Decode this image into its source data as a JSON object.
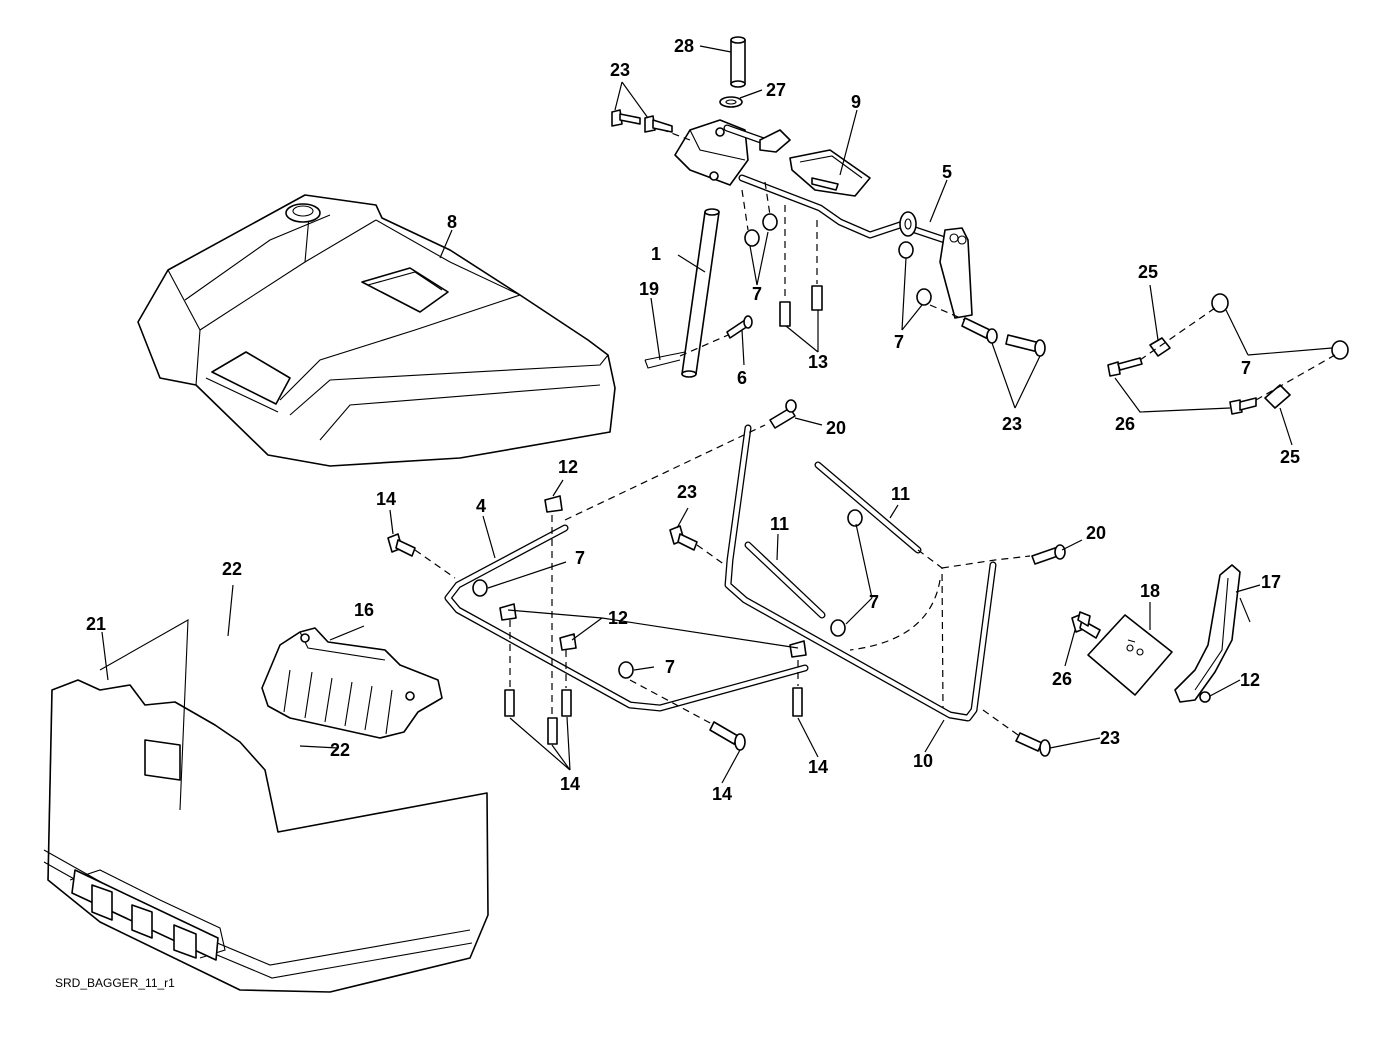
{
  "drawing": {
    "reference": "SRD_BAGGER_11_r1"
  },
  "callouts": [
    {
      "id": "c28",
      "label": "28"
    },
    {
      "id": "c23a",
      "label": "23"
    },
    {
      "id": "c27",
      "label": "27"
    },
    {
      "id": "c9",
      "label": "9"
    },
    {
      "id": "c8",
      "label": "8"
    },
    {
      "id": "c5",
      "label": "5"
    },
    {
      "id": "c1",
      "label": "1"
    },
    {
      "id": "c19",
      "label": "19"
    },
    {
      "id": "c7a",
      "label": "7"
    },
    {
      "id": "c6",
      "label": "6"
    },
    {
      "id": "c13",
      "label": "13"
    },
    {
      "id": "c7b",
      "label": "7"
    },
    {
      "id": "c23b",
      "label": "23"
    },
    {
      "id": "c25a",
      "label": "25"
    },
    {
      "id": "c7c",
      "label": "7"
    },
    {
      "id": "c26a",
      "label": "26"
    },
    {
      "id": "c25b",
      "label": "25"
    },
    {
      "id": "c20a",
      "label": "20"
    },
    {
      "id": "c12a",
      "label": "12"
    },
    {
      "id": "c14a",
      "label": "14"
    },
    {
      "id": "c4",
      "label": "4"
    },
    {
      "id": "c23c",
      "label": "23"
    },
    {
      "id": "c11a",
      "label": "11"
    },
    {
      "id": "c11b",
      "label": "11"
    },
    {
      "id": "c20b",
      "label": "20"
    },
    {
      "id": "c7d",
      "label": "7"
    },
    {
      "id": "c12b",
      "label": "12"
    },
    {
      "id": "c7e",
      "label": "7"
    },
    {
      "id": "c22a",
      "label": "22"
    },
    {
      "id": "c16",
      "label": "16"
    },
    {
      "id": "c21",
      "label": "21"
    },
    {
      "id": "c7f",
      "label": "7"
    },
    {
      "id": "c22b",
      "label": "22"
    },
    {
      "id": "c14b",
      "label": "14"
    },
    {
      "id": "c14c",
      "label": "14"
    },
    {
      "id": "c14d",
      "label": "14"
    },
    {
      "id": "c10",
      "label": "10"
    },
    {
      "id": "c23d",
      "label": "23"
    },
    {
      "id": "c18",
      "label": "18"
    },
    {
      "id": "c17",
      "label": "17"
    },
    {
      "id": "c26b",
      "label": "26"
    },
    {
      "id": "c12c",
      "label": "12"
    }
  ]
}
